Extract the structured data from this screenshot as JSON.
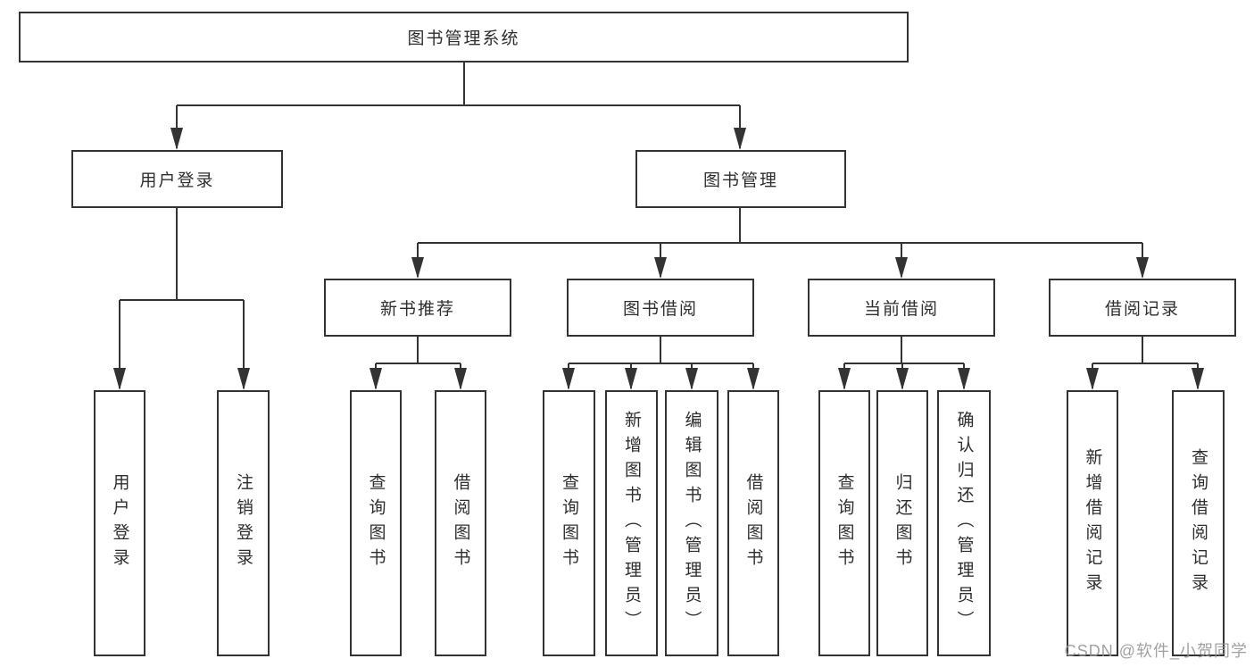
{
  "tree": {
    "root_label": "图书管理系统",
    "level2": [
      {
        "label": "用户登录"
      },
      {
        "label": "图书管理"
      }
    ],
    "level3": [
      {
        "label": "新书推荐"
      },
      {
        "label": "图书借阅"
      },
      {
        "label": "当前借阅"
      },
      {
        "label": "借阅记录"
      }
    ],
    "leaves": {
      "user_login": [
        "用户登录",
        "注销登录"
      ],
      "new_book": [
        "查询图书",
        "借阅图书"
      ],
      "borrow": [
        "查询图书",
        "新增图书（管理员）",
        "编辑图书（管理员）",
        "借阅图书"
      ],
      "current": [
        "查询图书",
        "归还图书",
        "确认归还（管理员）"
      ],
      "records": [
        "新增借阅记录",
        "查询借阅记录"
      ]
    }
  },
  "watermark": "CSDN @软件_小贺同学",
  "colors": {
    "line": "#333333",
    "text": "#2e2e2e",
    "watermark": "#949494",
    "background": "#ffffff"
  }
}
